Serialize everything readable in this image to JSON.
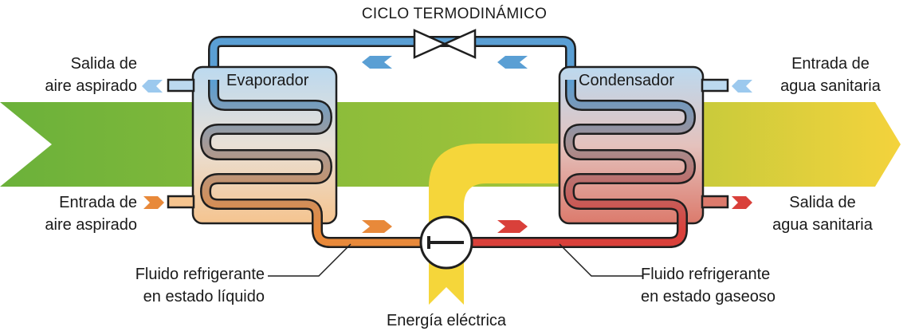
{
  "title": "CICLO TERMODINÁMICO",
  "units": {
    "evaporator": "Evaporador",
    "condenser": "Condensador"
  },
  "labels": {
    "air_out": [
      "Salida de",
      "aire aspirado"
    ],
    "air_in": [
      "Entrada de",
      "aire aspirado"
    ],
    "water_in": [
      "Entrada de",
      "agua sanitaria"
    ],
    "water_out": [
      "Salida de",
      "agua sanitaria"
    ],
    "liquid": [
      "Fluido refrigerante",
      "en estado líquido"
    ],
    "gas": [
      "Fluido refrigerante",
      "en estado gaseoso"
    ],
    "energy": "Energía eléctrica"
  },
  "icons": {
    "expansion_valve": "expansion-valve-icon",
    "compressor": "compressor-icon"
  },
  "colors": {
    "cold_blue": "#5a9fd4",
    "warm_orange": "#e8893a",
    "hot_red": "#d9403a",
    "air_green": "#6bb13a",
    "energy_yellow": "#f5d63a",
    "arrow_light_blue": "#9cc9ee"
  }
}
